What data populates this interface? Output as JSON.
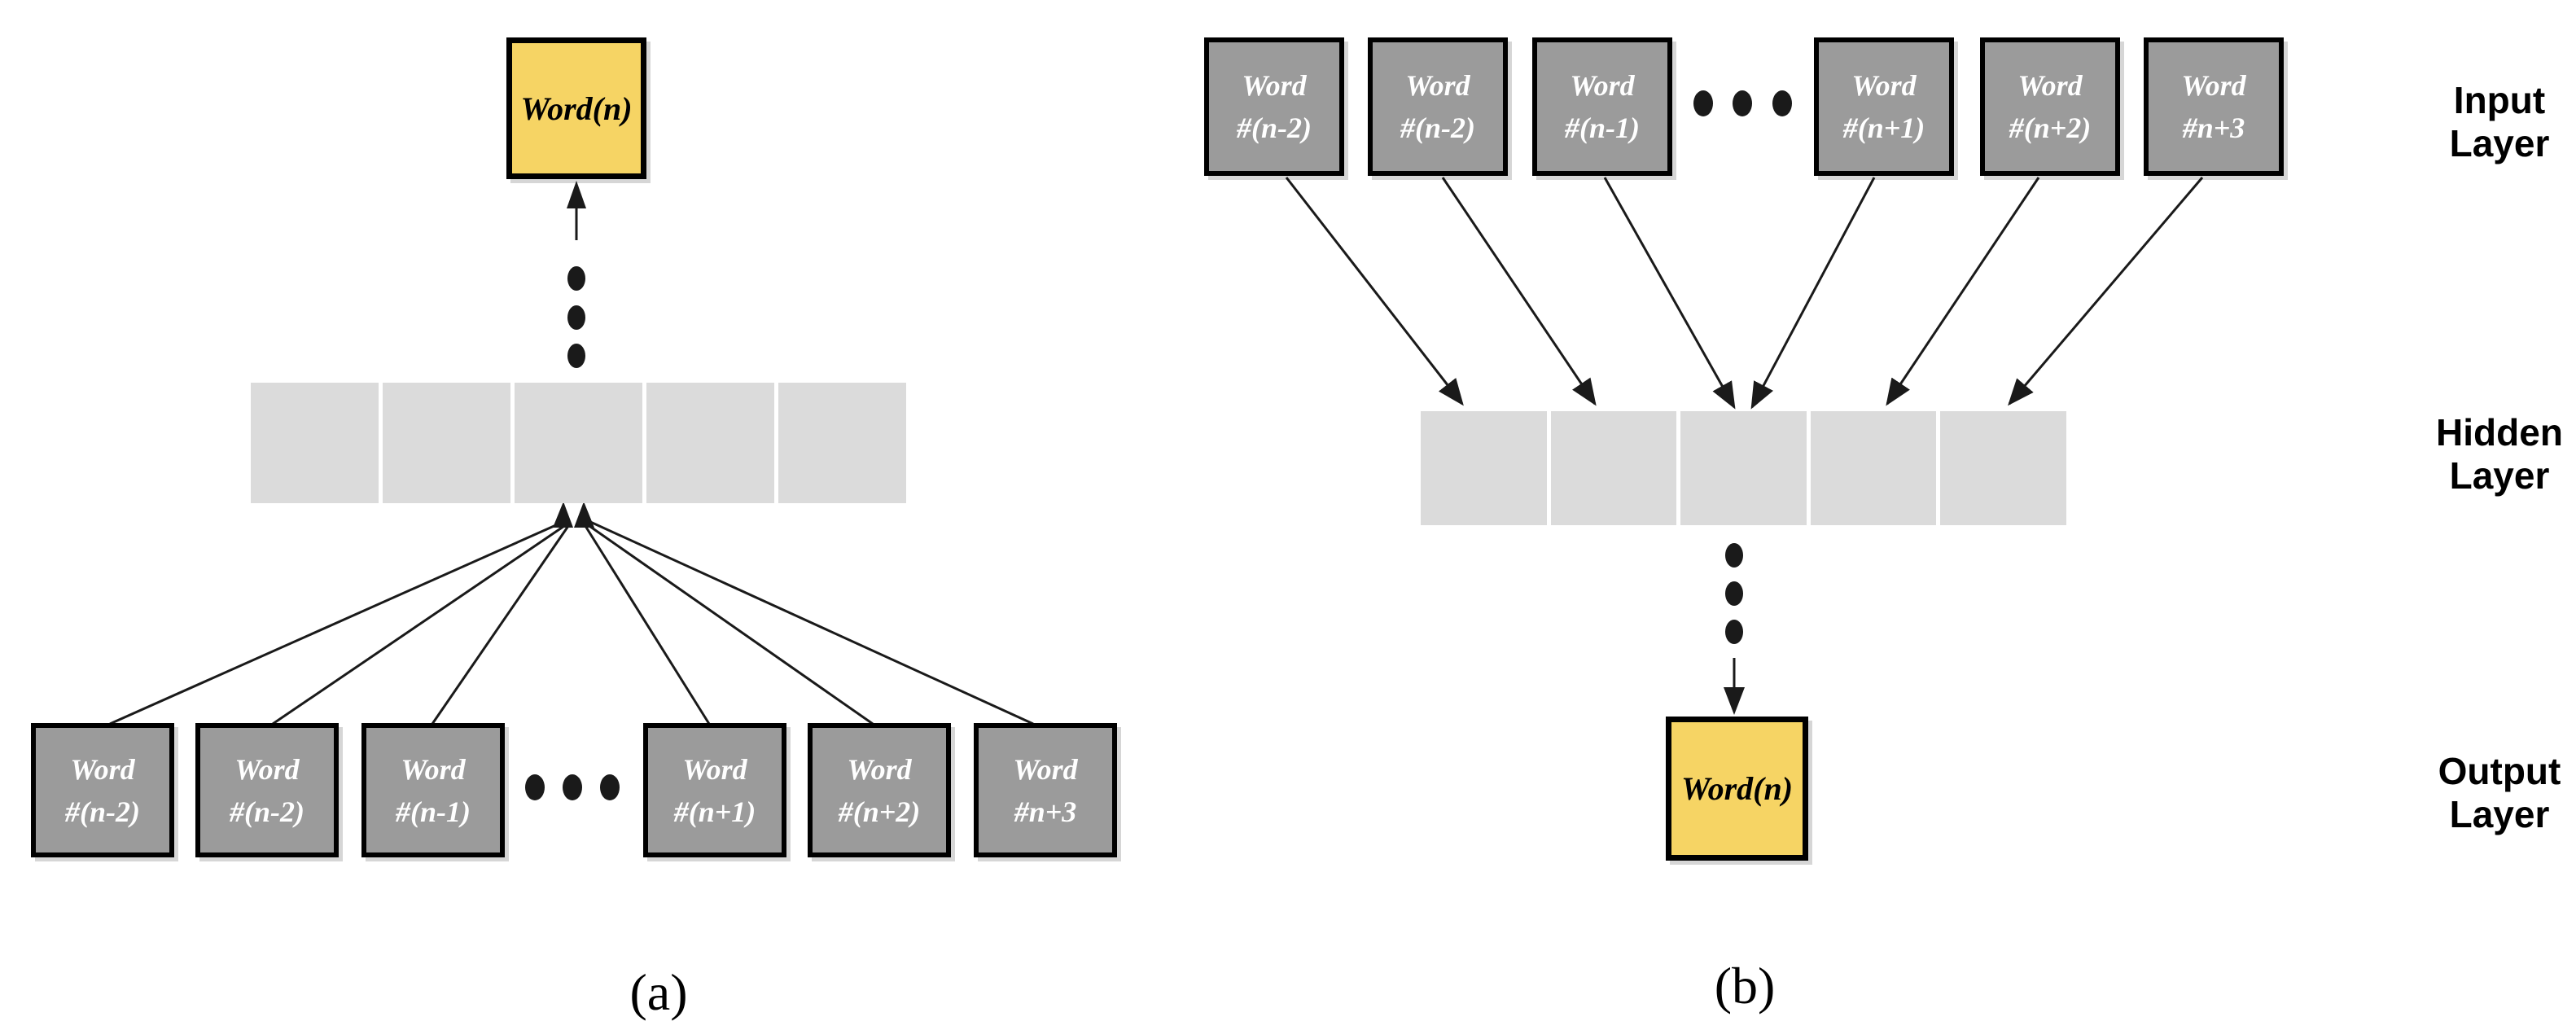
{
  "colors": {
    "accent_yellow": "#F6D464",
    "word_box_gray": "#9B9B9B",
    "hidden_cell_gray": "#DBDBDB",
    "ink": "#1A1A1A",
    "word_text_white": "#FFFFFF",
    "text_black": "#000000"
  },
  "diagram_a": {
    "caption": "(a)",
    "output_box_label": "Word(n)",
    "hidden_cells": 5,
    "input_boxes": [
      {
        "line1": "Word",
        "line2": "#(n-2)"
      },
      {
        "line1": "Word",
        "line2": "#(n-2)"
      },
      {
        "line1": "Word",
        "line2": "#(n-1)"
      },
      {
        "line1": "Word",
        "line2": "#(n+1)"
      },
      {
        "line1": "Word",
        "line2": "#(n+2)"
      },
      {
        "line1": "Word",
        "line2": "#n+3"
      }
    ]
  },
  "diagram_b": {
    "caption": "(b)",
    "output_box_label": "Word(n)",
    "hidden_cells": 5,
    "input_boxes": [
      {
        "line1": "Word",
        "line2": "#(n-2)"
      },
      {
        "line1": "Word",
        "line2": "#(n-2)"
      },
      {
        "line1": "Word",
        "line2": "#(n-1)"
      },
      {
        "line1": "Word",
        "line2": "#(n+1)"
      },
      {
        "line1": "Word",
        "line2": "#(n+2)"
      },
      {
        "line1": "Word",
        "line2": "#n+3"
      }
    ]
  },
  "layer_labels": {
    "input": {
      "line1": "Input",
      "line2": "Layer"
    },
    "hidden": {
      "line1": "Hidden",
      "line2": "Layer"
    },
    "output": {
      "line1": "Output",
      "line2": "Layer"
    }
  }
}
